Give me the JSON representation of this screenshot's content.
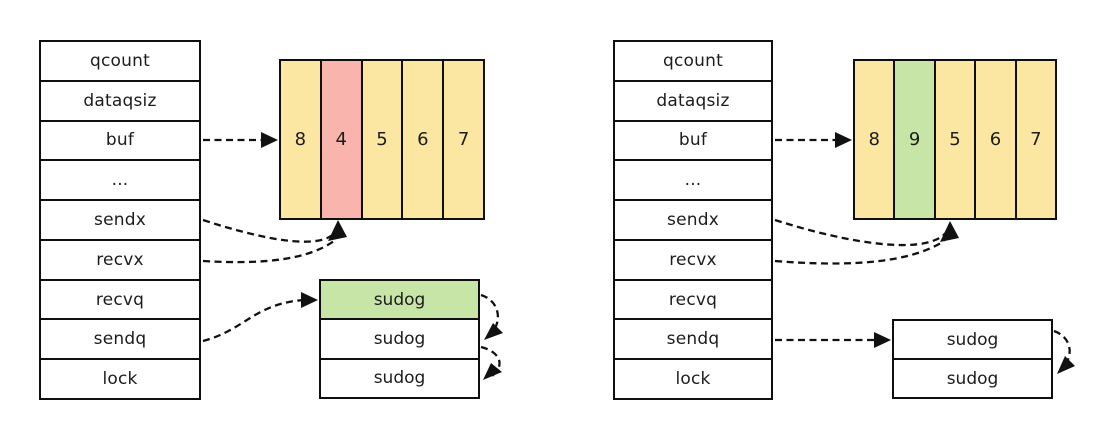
{
  "colors": {
    "cell_yellow": "#FBE7A2",
    "cell_red": "#F9B5AD",
    "cell_green": "#C8E5A8",
    "white": "#FFFFFF",
    "line": "#111111"
  },
  "left_diagram": {
    "struct_fields": [
      "qcount",
      "dataqsiz",
      "buf",
      "...",
      "sendx",
      "recvx",
      "recvq",
      "sendq",
      "lock"
    ],
    "buffer_cells": [
      "8",
      "4",
      "5",
      "6",
      "7"
    ],
    "buffer_cell_colors": [
      "cell_yellow",
      "cell_red",
      "cell_yellow",
      "cell_yellow",
      "cell_yellow"
    ],
    "sudog_list": [
      "sudog",
      "sudog",
      "sudog"
    ],
    "sudog_row_colors": [
      "cell_green",
      "white",
      "white"
    ]
  },
  "right_diagram": {
    "struct_fields": [
      "qcount",
      "dataqsiz",
      "buf",
      "...",
      "sendx",
      "recvx",
      "recvq",
      "sendq",
      "lock"
    ],
    "buffer_cells": [
      "8",
      "9",
      "5",
      "6",
      "7"
    ],
    "buffer_cell_colors": [
      "cell_yellow",
      "cell_green",
      "cell_yellow",
      "cell_yellow",
      "cell_yellow"
    ],
    "sudog_list": [
      "sudog",
      "sudog"
    ],
    "sudog_row_colors": [
      "white",
      "white"
    ]
  }
}
